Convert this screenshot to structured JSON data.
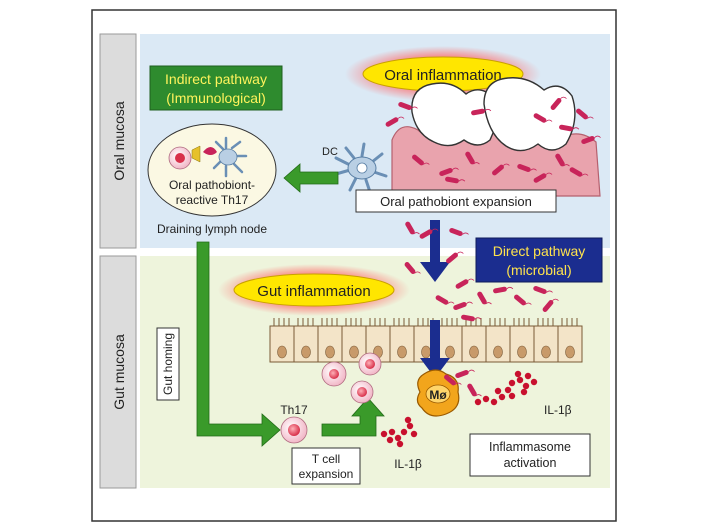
{
  "sections": {
    "oral_mucosa": "Oral mucosa",
    "gut_mucosa": "Gut mucosa"
  },
  "indirect_pathway": {
    "line1": "Indirect pathway",
    "line2": "(Immunological)"
  },
  "direct_pathway": {
    "line1": "Direct pathway",
    "line2": "(microbial)"
  },
  "oral_inflammation": "Oral inflammation",
  "gut_inflammation": "Gut inflammation",
  "dc_label": "DC",
  "th17_box": {
    "line1": "Oral pathobiont-",
    "line2": "reactive Th17"
  },
  "draining_lymph_node": "Draining lymph node",
  "oral_pathobiont_expansion": "Oral pathobiont expansion",
  "gut_homing": "Gut homing",
  "th17_label": "Th17",
  "t_cell_expansion": {
    "line1": "T cell",
    "line2": "expansion"
  },
  "macrophage_label": "Mø",
  "il1b_right": "IL-1β",
  "il1b_bottom": "IL-1β",
  "inflammasome": {
    "line1": "Inflammasome",
    "line2": "activation"
  },
  "colors": {
    "oral_bg": "#dbe9f5",
    "gut_bg": "#eef4dc",
    "green_box": "#2e8b2e",
    "green_text": "#fff35c",
    "navy_box": "#1b2d8f",
    "navy_text": "#ffe34d",
    "inflammation_fill": "#ffe600",
    "arrow_green": "#3a9a2a",
    "arrow_navy": "#1b2d8f",
    "bacteria": "#c8245a"
  }
}
